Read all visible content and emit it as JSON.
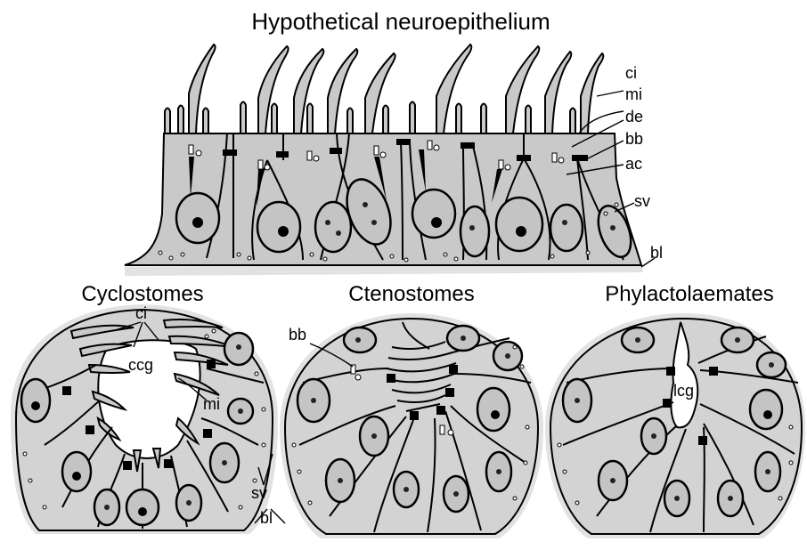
{
  "title": "Hypothetical neuroepithelium",
  "panels": {
    "cyclostomes": "Cyclostomes",
    "ctenostomes": "Ctenostomes",
    "phylactolaemates": "Phylactolaemates"
  },
  "labels": {
    "top": {
      "ci": "ci",
      "mi": "mi",
      "de": "de",
      "bb": "bb",
      "ac": "ac",
      "sv": "sv",
      "bl": "bl"
    },
    "cyclostomes": {
      "ci": "ci",
      "ccg": "ccg",
      "mi": "mi",
      "sv": "sv",
      "bl": "bl"
    },
    "ctenostomes": {
      "bb": "bb"
    },
    "phylactolaemates": {
      "lcg": "lcg"
    }
  }
}
